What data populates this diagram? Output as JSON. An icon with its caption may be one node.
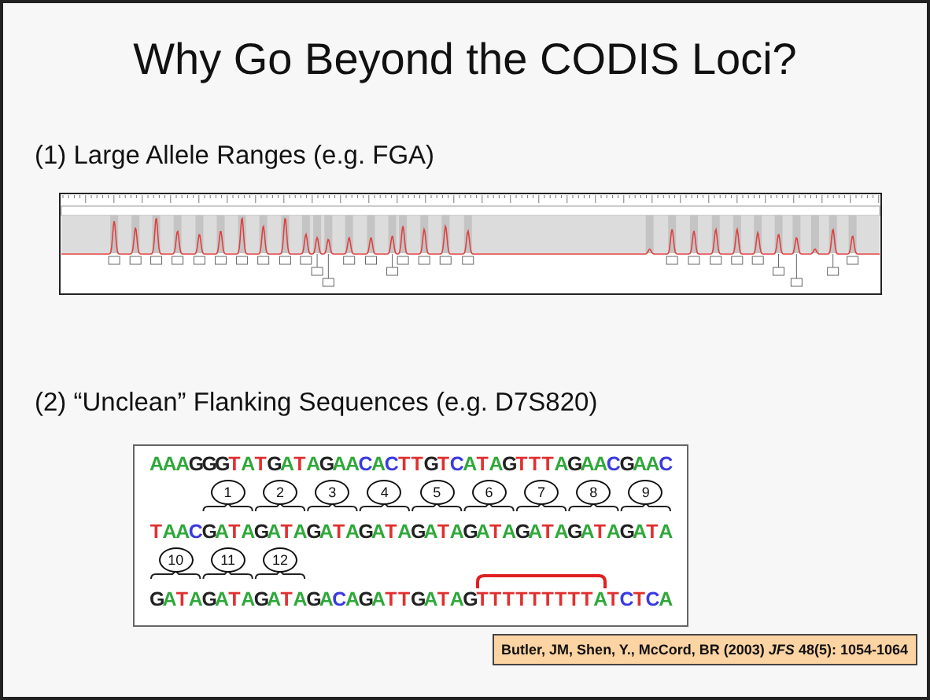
{
  "diagram": {
    "title": "Why Go Beyond the CODIS Loci?",
    "labels": [
      "(1) Large Allele Ranges (e.g. FGA)",
      "(2) “Unclean” Flanking Sequences (e.g. D7S820)",
      "AAAGGGTATGATAGAACACTTGTCATAGTTTAGAACGAAC",
      "1",
      "2",
      "3",
      "4",
      "5",
      "6",
      "7",
      "8",
      "9",
      "TAACGATAGATAGATAGATAGATAGATAGATAGATAGATA",
      "10",
      "11",
      "12",
      "GATAGATAGATAGACAGATTGATAGTTTTTTTTTATCTCA",
      "Butler, JM, Shen, Y., McCord, BR (2003) *JFS* 48(5): 1054-1064"
    ]
  }
}
